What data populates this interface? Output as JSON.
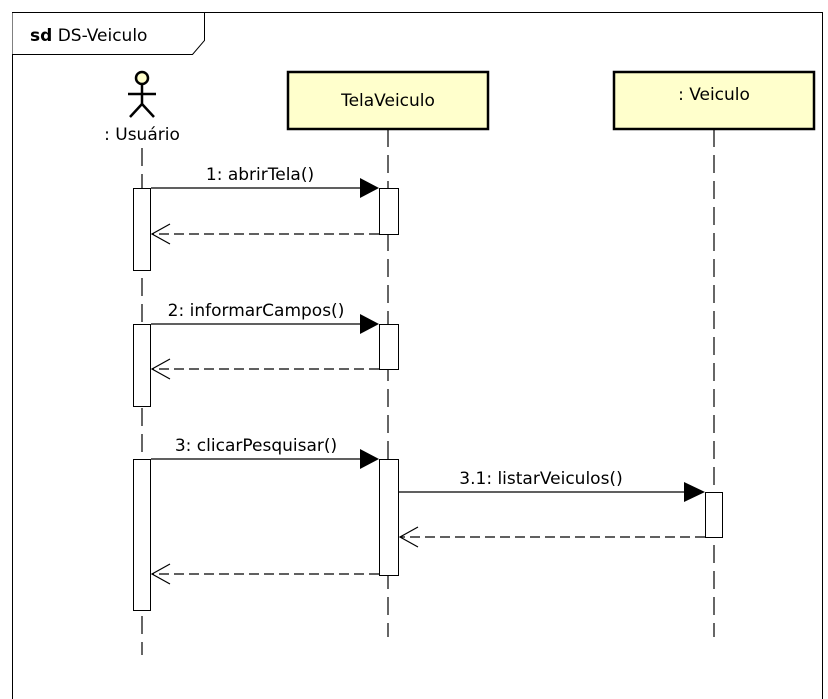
{
  "frame": {
    "keyword": "sd",
    "name": " DS-Veiculo"
  },
  "lifelines": [
    {
      "label": ": Usuário",
      "kind": "actor"
    },
    {
      "label": "TelaVeiculo",
      "kind": "object"
    },
    {
      "label": ": Veiculo",
      "kind": "object"
    }
  ],
  "messages": [
    {
      "label": "1: abrirTela()"
    },
    {
      "label": "2: informarCampos()"
    },
    {
      "label": "3: clicarPesquisar()"
    },
    {
      "label": "3.1: listarVeiculos()"
    }
  ],
  "colors": {
    "object_fill": "#ffffcc",
    "stroke": "#000000",
    "background": "#ffffff"
  }
}
